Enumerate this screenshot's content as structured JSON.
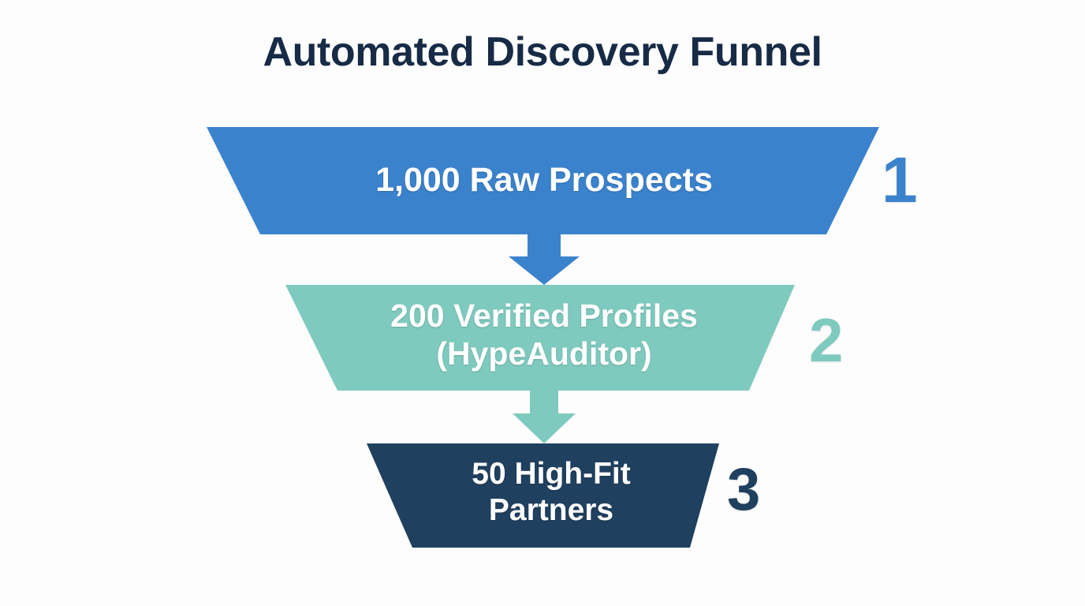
{
  "page": {
    "title": "Automated Discovery Funnel",
    "background_color": "#fdfdfd",
    "title_color": "#172b46"
  },
  "chart_data": {
    "type": "funnel",
    "title": "Automated Discovery Funnel",
    "xlabel": "",
    "ylabel": "",
    "legend_position": "none",
    "grid": false,
    "categories": [
      "Raw Prospects",
      "Verified Profiles (HypeAuditor)",
      "High-Fit Partners"
    ],
    "values": [
      1000,
      200,
      50
    ],
    "stages": [
      {
        "step_number": "1",
        "label": "1,000 Raw Prospects",
        "value": 1000,
        "value_text": "1,000",
        "name": "Raw Prospects",
        "color": "#3b82cd",
        "number_color": "#3b82cd",
        "text_color": "#ffffff",
        "connector_arrow_color": "#3b82cd"
      },
      {
        "step_number": "2",
        "label": "200 Verified Profiles\n(HypeAuditor)",
        "value": 200,
        "value_text": "200",
        "name": "Verified Profiles (HypeAuditor)",
        "color": "#7fcabe",
        "number_color": "#7fcabe",
        "text_color": "#ffffff",
        "connector_arrow_color": "#7fcabe"
      },
      {
        "step_number": "3",
        "label": "50 High-Fit\nPartners",
        "value": 50,
        "value_text": "50",
        "name": "High-Fit Partners",
        "color": "#20405f",
        "number_color": "#20405f",
        "text_color": "#ffffff",
        "connector_arrow_color": null
      }
    ]
  }
}
